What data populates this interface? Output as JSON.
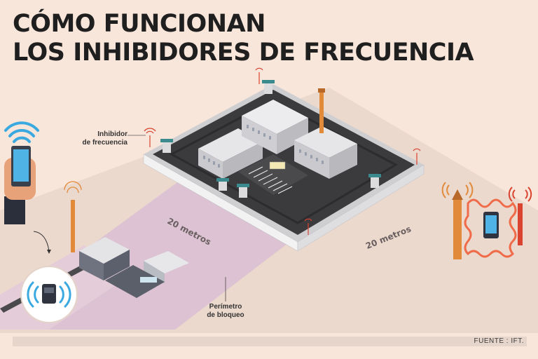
{
  "title": {
    "line1": "CÓMO FUNCIONAN",
    "line2": "LOS INHIBIDORES DE FRECUENCIA"
  },
  "labels": {
    "inhibitor_line1": "Inhibidor",
    "inhibitor_line2": "de frecuencia",
    "perimeter_line1": "Perímetro",
    "perimeter_line2": "de bloqueo",
    "distance_left": "20 metros",
    "distance_right": "20 metros"
  },
  "source": "FUENTE : IFT.",
  "colors": {
    "background": "#f9e6da",
    "ground_zone": "#ecd9cd",
    "perimeter_zone": "#dcc2d2",
    "prison_ground": "#3b3b3d",
    "wall": "#e9e9ea",
    "tower": "#e08a3a",
    "signal_blue": "#3aa9e0",
    "signal_red": "#d9432f",
    "blocked_wave": "#ef6b49"
  },
  "icons": [
    "hand-phone-icon",
    "wifi-signal-icon",
    "cell-tower-icon",
    "blocked-phone-icon",
    "inhibitor-antenna-icon",
    "watchtower-icon"
  ]
}
